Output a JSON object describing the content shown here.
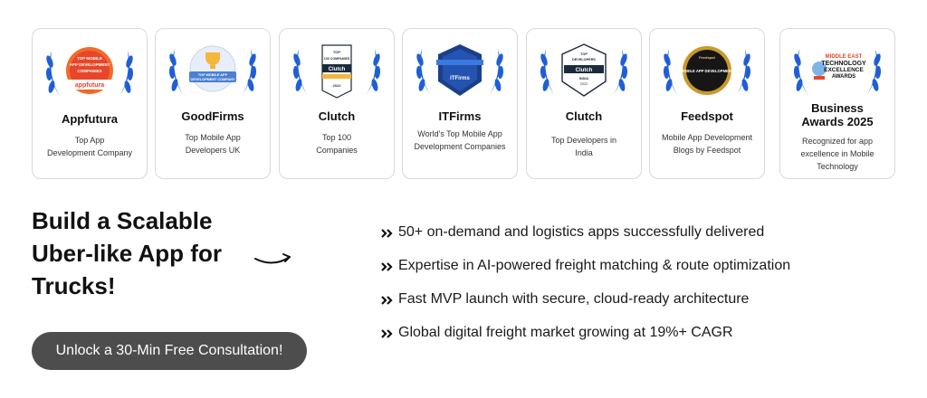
{
  "awards": [
    {
      "name": "Appfutura",
      "desc": [
        "Top App",
        "Development Company"
      ],
      "badge": {
        "top": "TOP MOBILE",
        "mid": "APP DEVELOPMENT",
        "bot": "COMPANIES",
        "brand": "appfutura"
      }
    },
    {
      "name": "GoodFirms",
      "desc": [
        "Top Mobile App",
        "Developers UK"
      ],
      "badge": {
        "top": "TOP MOBILE APP",
        "mid": "DEVELOPMENT COMPANY"
      }
    },
    {
      "name": "Clutch",
      "desc": [
        "Top 100",
        "Companies"
      ],
      "badge": {
        "top": "TOP",
        "mid": "100 COMPANIES",
        "brand": "Clutch",
        "year": "2022"
      }
    },
    {
      "name": "ITFirms",
      "desc": [
        "World's Top Mobile App",
        "Development Companies"
      ],
      "badge": {
        "brand": "ITFirms"
      }
    },
    {
      "name": "Clutch",
      "desc": [
        "Top Developers in",
        "India"
      ],
      "badge": {
        "top": "TOP",
        "mid": "DEVELOPERS",
        "brand": "Clutch",
        "bot": "INDIA",
        "year": "2022"
      }
    },
    {
      "name": "Feedspot",
      "desc": [
        "Mobile App Development",
        "Blogs by Feedspot"
      ],
      "badge": {
        "brand": "Feedspot",
        "mid": "MOBILE APP DEVELOPMENT"
      }
    },
    {
      "name": "Business Awards 2025",
      "desc": [
        "Recognized for app",
        "excellence in Mobile",
        "Technology"
      ],
      "badge": {
        "l1": "MIDDLE EAST",
        "l2": "TECHNOLOGY",
        "l3": "EXCELLENCE",
        "l4": "AWARDS"
      }
    }
  ],
  "headline": [
    "Build a Scalable",
    "Uber-like App for",
    "Trucks!"
  ],
  "cta_label": "Unlock a 30-Min Free Consultation!",
  "bullets": [
    "50+ on-demand and logistics apps successfully delivered",
    "Expertise in AI-powered freight matching & route optimization",
    "Fast MVP launch with secure, cloud-ready architecture",
    "Global digital freight market growing at 19%+ CAGR"
  ],
  "colors": {
    "laurel": "#1f5fd6",
    "button": "#4d4d4d",
    "appfutura": "#e8462a",
    "clutch": "#1b2a3a",
    "feedspot": "#c89a2a"
  },
  "icons": {
    "laurel": "laurel-wreath-icon",
    "arrow": "curved-arrow-icon",
    "bullet": "double-chevron-icon"
  }
}
